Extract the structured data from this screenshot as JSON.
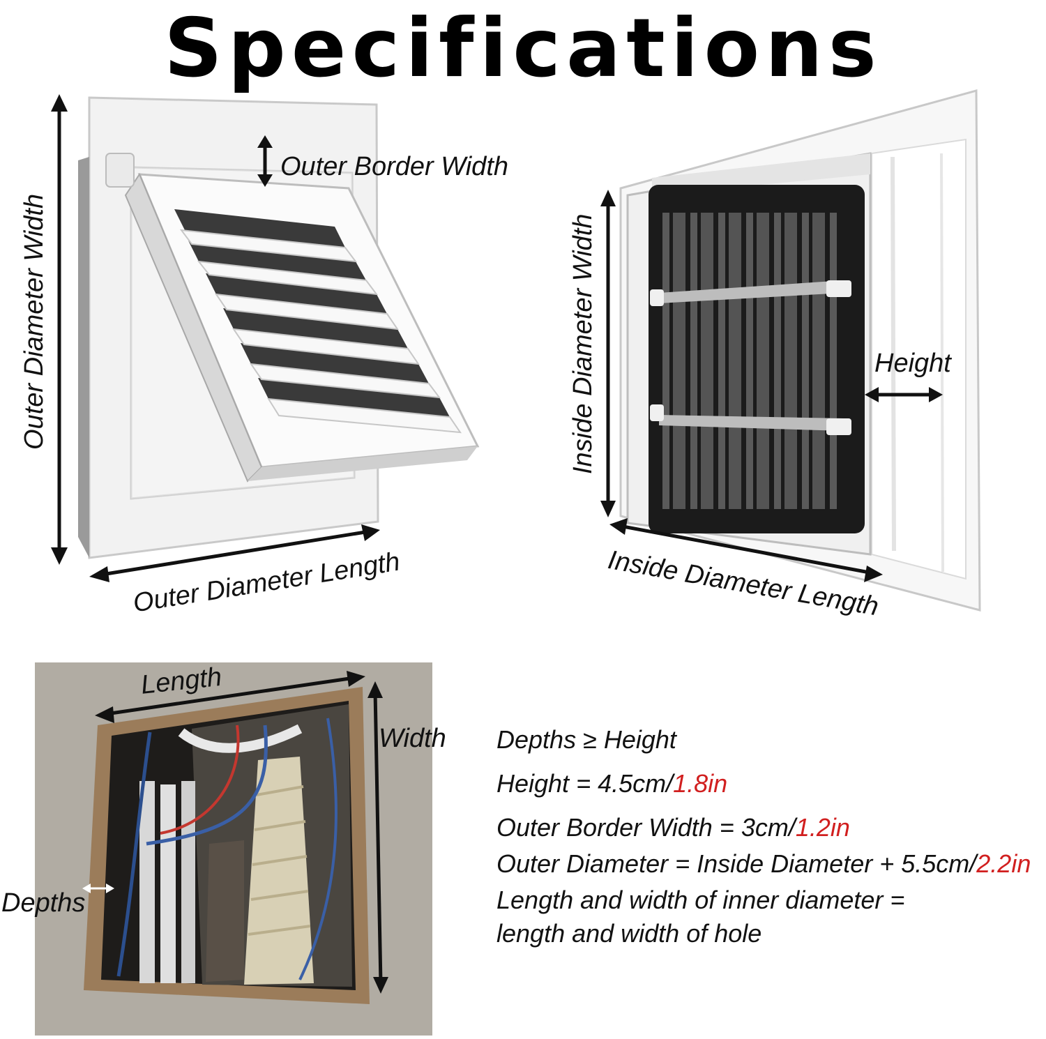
{
  "title": "Specifications",
  "labels": {
    "outer_border_width": "Outer Border Width",
    "outer_diameter_width": "Outer Diameter Width",
    "outer_diameter_length": "Outer Diameter Length",
    "inside_diameter_width": "Inside Diameter Width",
    "inside_diameter_length": "Inside Diameter Length",
    "height": "Height",
    "length": "Length",
    "width": "Width",
    "depths": "Depths"
  },
  "specs": {
    "line1": "Depths ≥ Height",
    "line2_prefix": "Height = 4.5cm/",
    "line2_imperial": "1.8in",
    "line3_prefix": "Outer Border Width = 3cm/",
    "line3_imperial": "1.2in",
    "line4_prefix": "Outer Diameter = Inside Diameter + 5.5cm/",
    "line4_imperial": "2.2in",
    "line5": "Length and width of inner diameter =",
    "line6": "length and width of hole"
  },
  "colors": {
    "accent_red": "#d11f1f",
    "arrow": "#111111",
    "vent_white": "#f4f4f4",
    "filter_black": "#1b1b1b",
    "wall": "#b9b4ab",
    "hole_dark": "#1e1c1a"
  }
}
